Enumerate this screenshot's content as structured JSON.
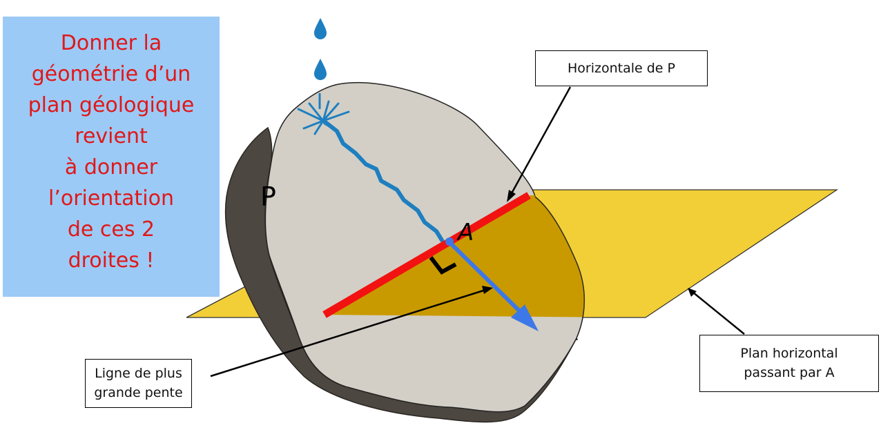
{
  "note": {
    "lines": [
      "Donner la",
      "géométrie d’un",
      "plan géologique",
      "revient",
      "à donner",
      "l’orientation",
      "de ces 2",
      "droites !"
    ]
  },
  "labels": {
    "plane": "P",
    "point": "A"
  },
  "callouts": {
    "horizontale": "Horizontale de P",
    "ligne": [
      "Ligne de plus",
      "grande pente"
    ],
    "plan": [
      "Plan horizontal",
      "passant par A"
    ]
  },
  "colors": {
    "note_background": "#9ccaf6",
    "note_text": "#e01818",
    "horizontal_plane": "#f2cf36",
    "intersection_region": "#c99a00",
    "plane_p_face": "#d3cfc6",
    "plane_p_edge": "#4c4740",
    "horizontal_line": "#f21212",
    "dip_arrow": "#3c78e8",
    "water": "#1e7fc0"
  }
}
